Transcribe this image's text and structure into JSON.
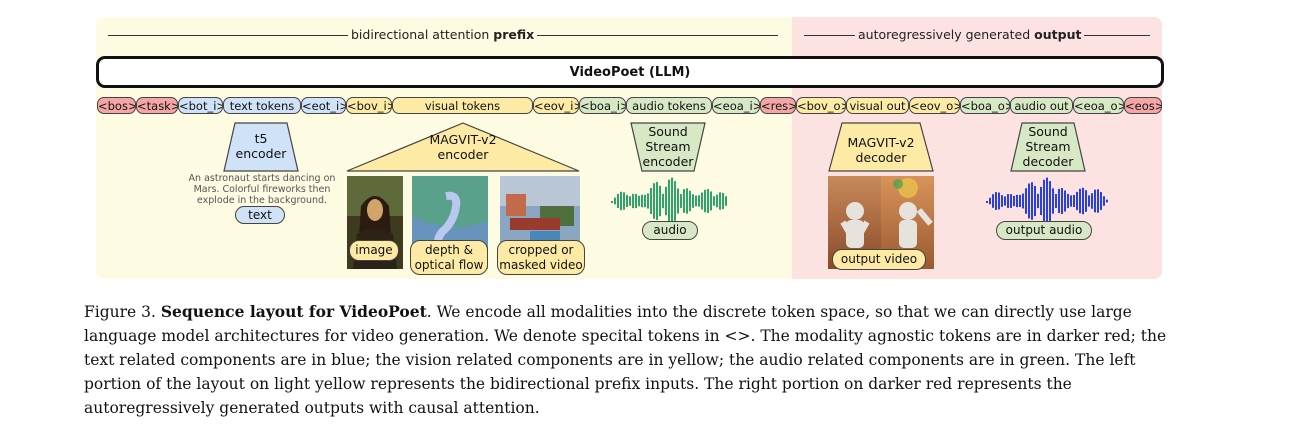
{
  "header": {
    "prefix_label": "bidirectional attention",
    "prefix_bold": "prefix",
    "output_label": "autoregressively generated",
    "output_bold": "output"
  },
  "llm_label": "VideoPoet  (LLM)",
  "tokens": [
    {
      "text": "<bos>",
      "color": "red"
    },
    {
      "text": "<task>",
      "color": "red"
    },
    {
      "text": "<bot_i>",
      "color": "blue"
    },
    {
      "text": "text tokens",
      "color": "blue"
    },
    {
      "text": "<eot_i>",
      "color": "blue"
    },
    {
      "text": "<bov_i>",
      "color": "yellow"
    },
    {
      "text": "visual tokens",
      "color": "yellow"
    },
    {
      "text": "<eov_i>",
      "color": "yellow"
    },
    {
      "text": "<boa_i>",
      "color": "green"
    },
    {
      "text": "audio tokens",
      "color": "green"
    },
    {
      "text": "<eoa_i>",
      "color": "green"
    },
    {
      "text": "<res>",
      "color": "red"
    },
    {
      "text": "<bov_o>",
      "color": "yellow"
    },
    {
      "text": "visual out",
      "color": "yellow"
    },
    {
      "text": "<eov_o>",
      "color": "yellow"
    },
    {
      "text": "<boa_o>",
      "color": "green"
    },
    {
      "text": "audio out",
      "color": "green"
    },
    {
      "text": "<eoa_o>",
      "color": "green"
    },
    {
      "text": "<eos>",
      "color": "red"
    }
  ],
  "encoders": {
    "t5": "t5\nencoder",
    "magvit_enc": "MAGVIT-v2\nencoder",
    "soundstream_enc": "Sound\nStream\nencoder",
    "magvit_dec": "MAGVIT-v2\ndecoder",
    "soundstream_dec": "Sound\nStream\ndecoder"
  },
  "text_prompt": "An astronaut starts dancing on Mars. Colorful fireworks then explode in the background.",
  "labels": {
    "text": "text",
    "image": "image",
    "depth": "depth &\noptical flow",
    "cropped": "cropped or\nmasked video",
    "audio": "audio",
    "output_video": "output video",
    "output_audio": "output audio"
  },
  "caption": {
    "prefix": "Figure 3. ",
    "title": "Sequence layout for VideoPoet",
    "body": ". We encode all modalities into the discrete token space, so that we can directly use large language model architectures for video generation. We denote specital tokens in <>. The modality agnostic tokens are in darker red; the text related components are in blue; the vision related components are in yellow; the audio related components are in green. The left portion of the layout on light yellow represents the bidirectional prefix inputs. The right portion on darker red represents the autoregressively generated outputs with causal attention."
  },
  "colors": {
    "red": "#f4a6a6",
    "blue": "#cfe2f8",
    "yellow": "#fdeaa4",
    "green": "#d6e8c4",
    "prefix_bg": "#fdfbe2",
    "output_bg": "#fde2e2",
    "wave_green": "#2ea36a",
    "wave_blue": "#2a3fe0"
  }
}
